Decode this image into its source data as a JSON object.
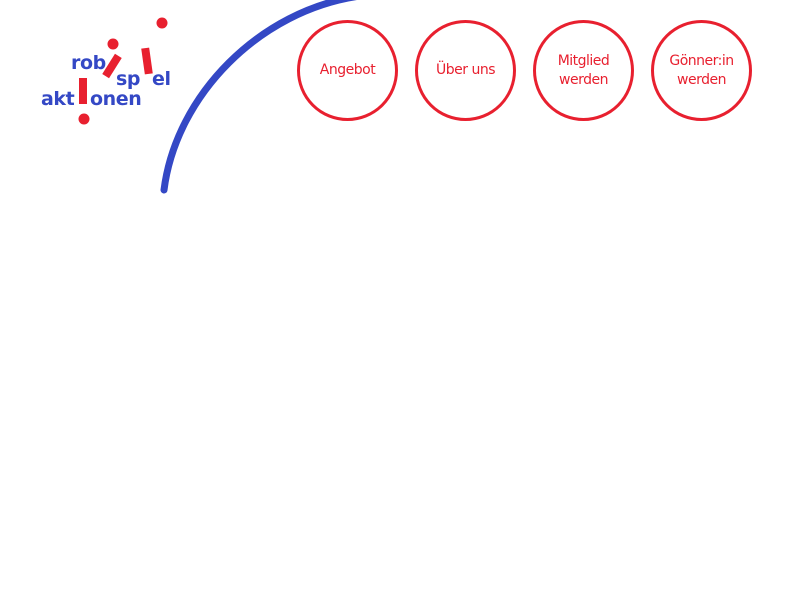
{
  "logo": {
    "alt": "robispiel aktionen",
    "line1_a": "rob",
    "line1_b": "sp",
    "line1_c": "el",
    "line2_a": "akt",
    "line2_b": "onen",
    "text_color": "#3448c5",
    "accent_color": "#e8202f"
  },
  "nav": {
    "items": [
      {
        "label": "Angebot"
      },
      {
        "label": "Über uns"
      },
      {
        "label": "Mitglied\nwerden"
      },
      {
        "label": "Gönner:in\nwerden"
      }
    ],
    "color": "#e8202f"
  },
  "decoration": {
    "arc_color": "#3448c5",
    "arc_icon": "blue-arc"
  }
}
